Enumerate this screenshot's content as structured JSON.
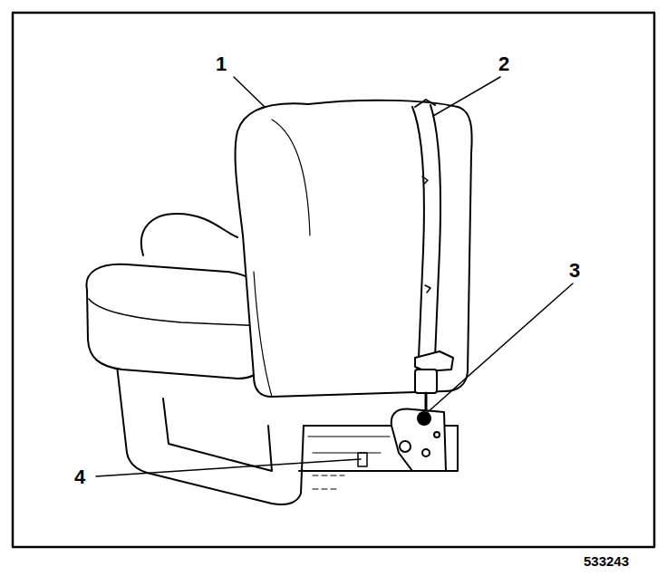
{
  "diagram": {
    "labels": [
      "1",
      "2",
      "3",
      "4",
      "533243"
    ]
  }
}
